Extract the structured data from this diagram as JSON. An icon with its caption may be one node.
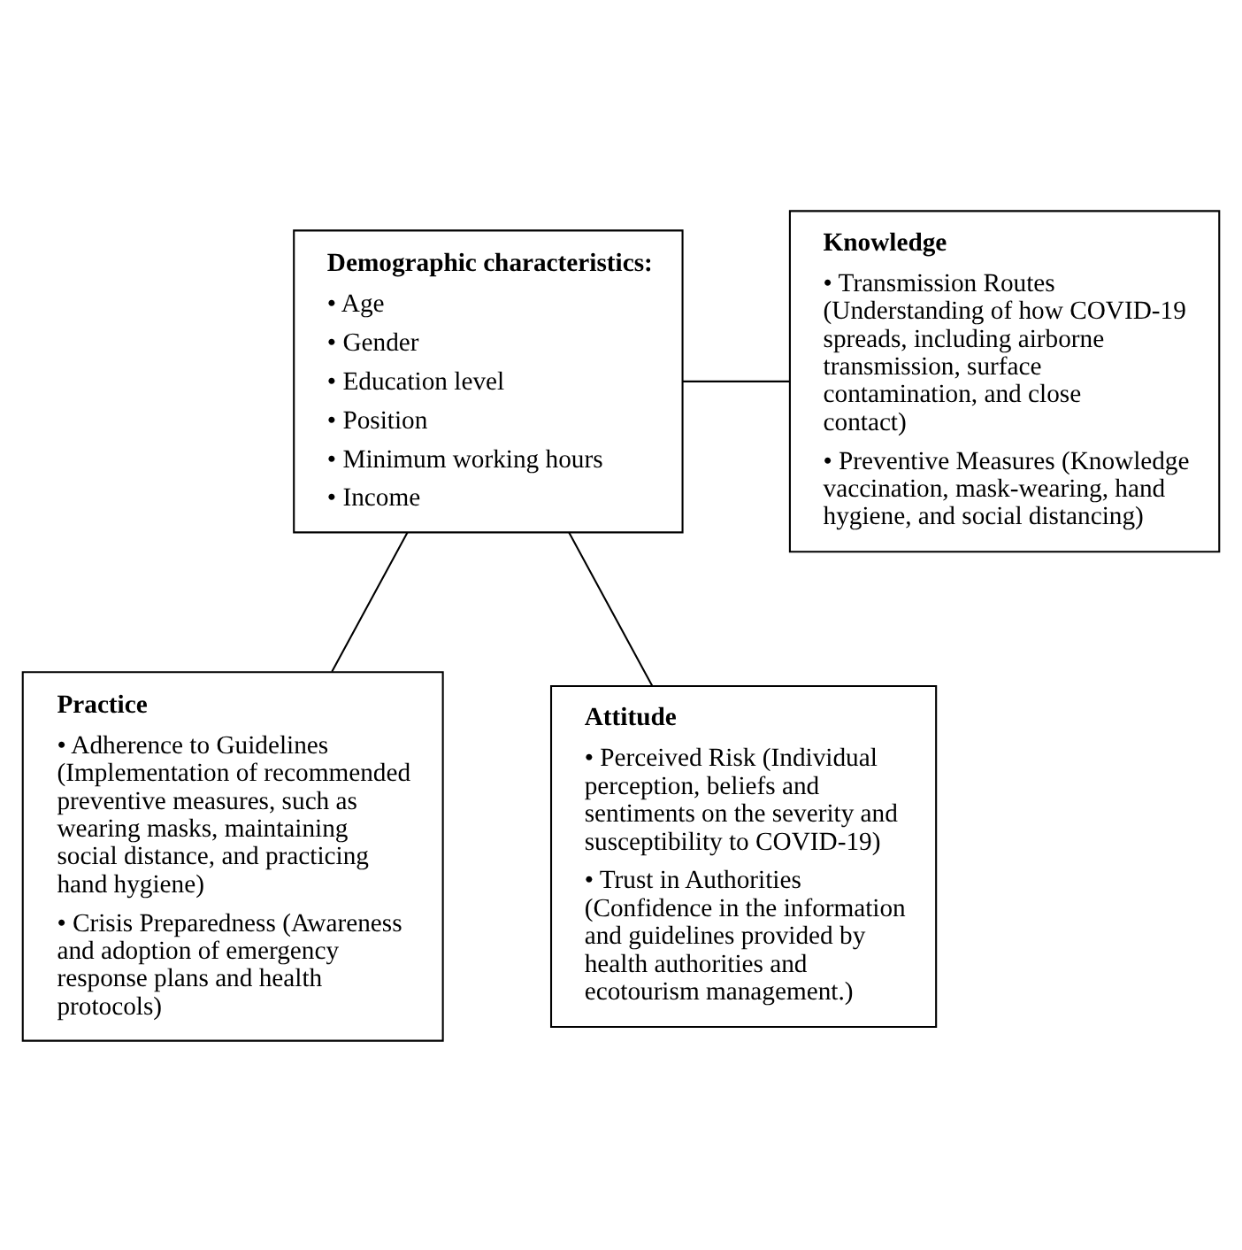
{
  "diagram": {
    "nodes": [
      {
        "text": [
          "Demographic characteristics:",
          "• Age",
          "• Gender",
          "• Education level",
          "• Position",
          "• Minimum working hours",
          "• Income"
        ]
      },
      {
        "text": [
          "Knowledge",
          "• Transmission Routes (Understanding of how COVID-19 spreads, including airborne transmission, surface contamination, and close contact)",
          "• Preventive Measures (Knowledge vaccination, mask-wearing, hand hygiene, and social distancing)"
        ]
      },
      {
        "text": [
          "Practice",
          "• Adherence to Guidelines (Implementation of recommended preventive measures, such as wearing masks, maintaining social distance, and practicing hand hygiene)",
          "• Crisis Preparedness (Awareness and adoption of emergency response plans and health protocols)"
        ]
      },
      {
        "text": [
          "Attitude",
          "• Perceived Risk (Individual perception, beliefs and sentiments on the severity and susceptibility to COVID-19)",
          "• Trust in Authorities (Confidence in the information and guidelines provided by health authorities and ecotourism management.)"
        ]
      }
    ],
    "edges": [
      {
        "from": 0,
        "to": 1,
        "arrow": "none"
      },
      {
        "from": 0,
        "to": 2,
        "arrow": "none"
      },
      {
        "from": 0,
        "to": 3,
        "arrow": "none"
      }
    ]
  }
}
